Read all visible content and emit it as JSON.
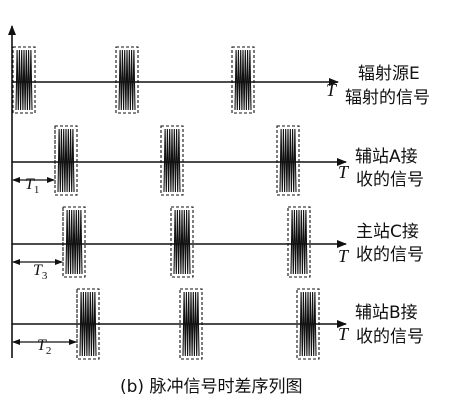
{
  "rows": [
    {
      "line1": "辐射源E",
      "line2": "辐射的信号",
      "axis": "T",
      "delay_label": "",
      "delay_sub": ""
    },
    {
      "line1": "辅站A接",
      "line2": "收的信号",
      "axis": "T",
      "delay_label": "T",
      "delay_sub": "1"
    },
    {
      "line1": "主站C接",
      "line2": "收的信号",
      "axis": "T",
      "delay_label": "T",
      "delay_sub": "3"
    },
    {
      "line1": "辅站B接",
      "line2": "收的信号",
      "axis": "T",
      "delay_label": "T",
      "delay_sub": "2"
    }
  ],
  "caption": "(b) 脉冲信号时差序列图"
}
